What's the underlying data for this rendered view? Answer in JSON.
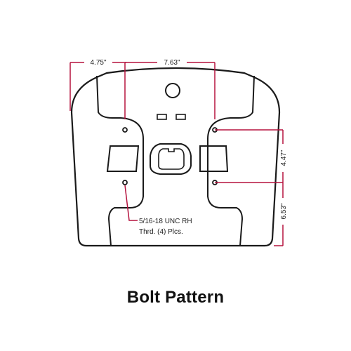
{
  "dimensions": {
    "left_offset": "4.75\"",
    "hole_spacing_horizontal": "7.63\"",
    "hole_spacing_vertical": "4.47\"",
    "overall_height": "6.53\""
  },
  "thread_note": {
    "line1": "5/16-18 UNC RH",
    "line2": "Thrd. (4) Plcs."
  },
  "caption": "Bolt Pattern",
  "colors": {
    "dimension_lines": "#b5123e",
    "outline": "#1a1a1a",
    "caption": "#111111"
  }
}
